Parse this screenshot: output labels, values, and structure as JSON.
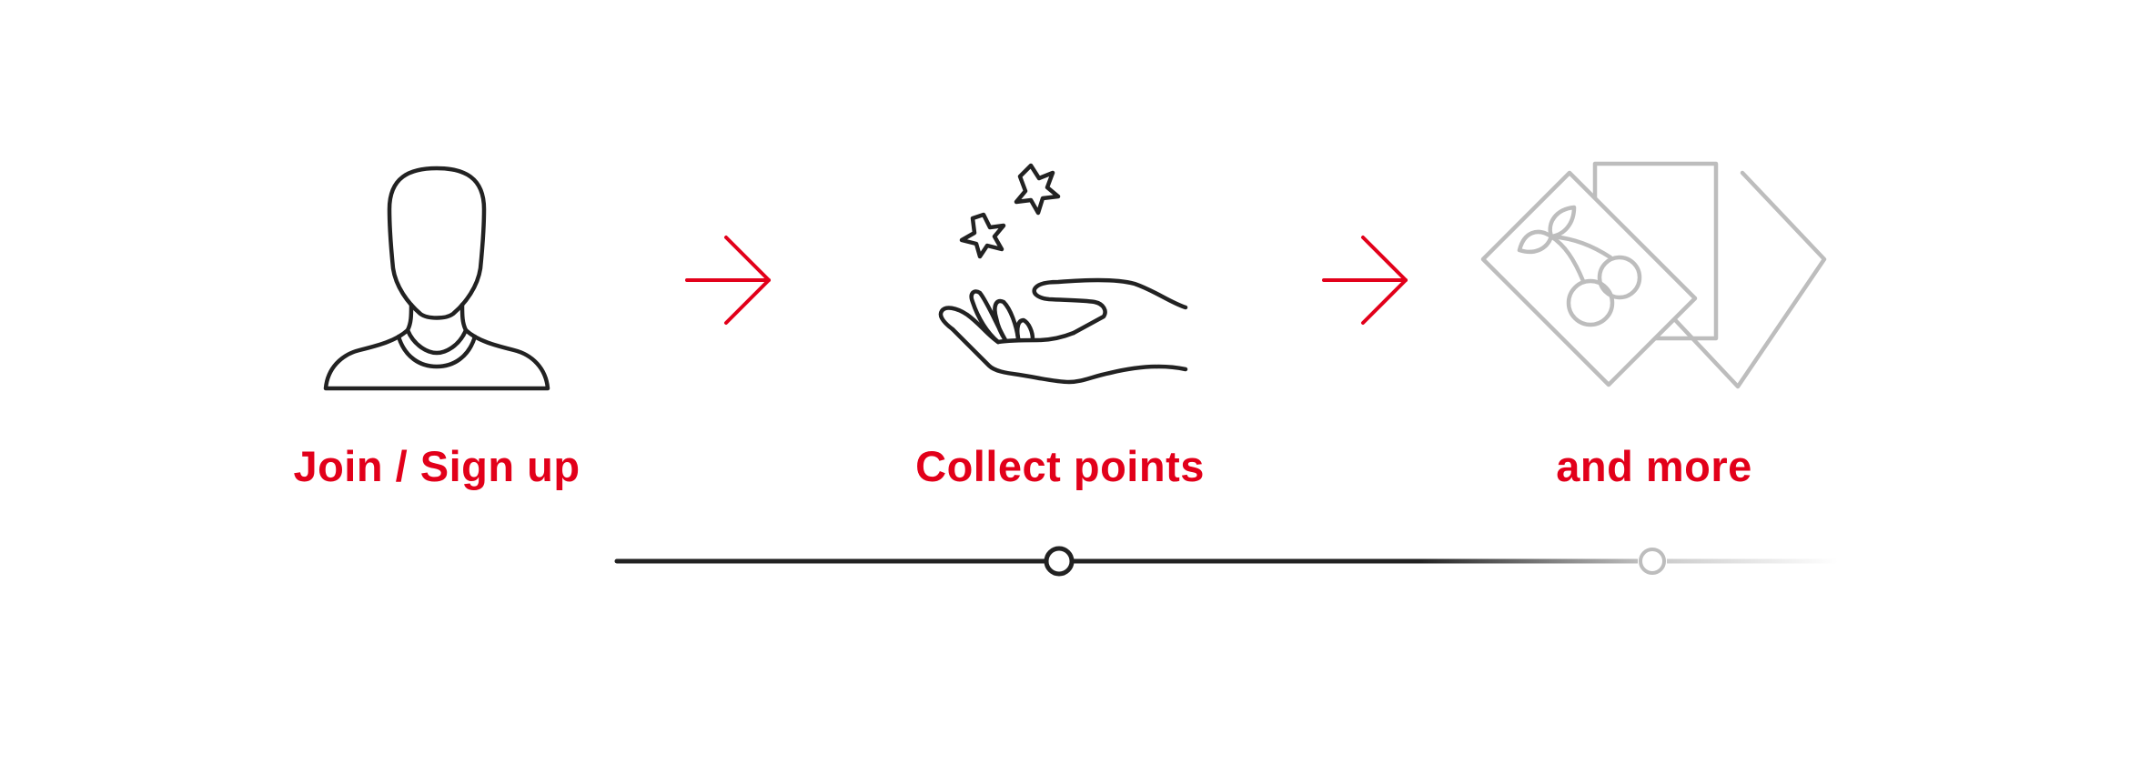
{
  "steps": [
    {
      "label": "Join / Sign up",
      "icon": "person-icon",
      "active": true
    },
    {
      "label": "Collect points",
      "icon": "hand-with-stars-icon",
      "active": true
    },
    {
      "label": "and more",
      "icon": "cards-with-cherries-icon",
      "active": false
    }
  ],
  "progress": {
    "current_step": 2,
    "total_steps": 3
  },
  "colors": {
    "accent": "#e2001a",
    "ink": "#222222",
    "muted": "#bdbdbd",
    "background": "#ffffff"
  }
}
